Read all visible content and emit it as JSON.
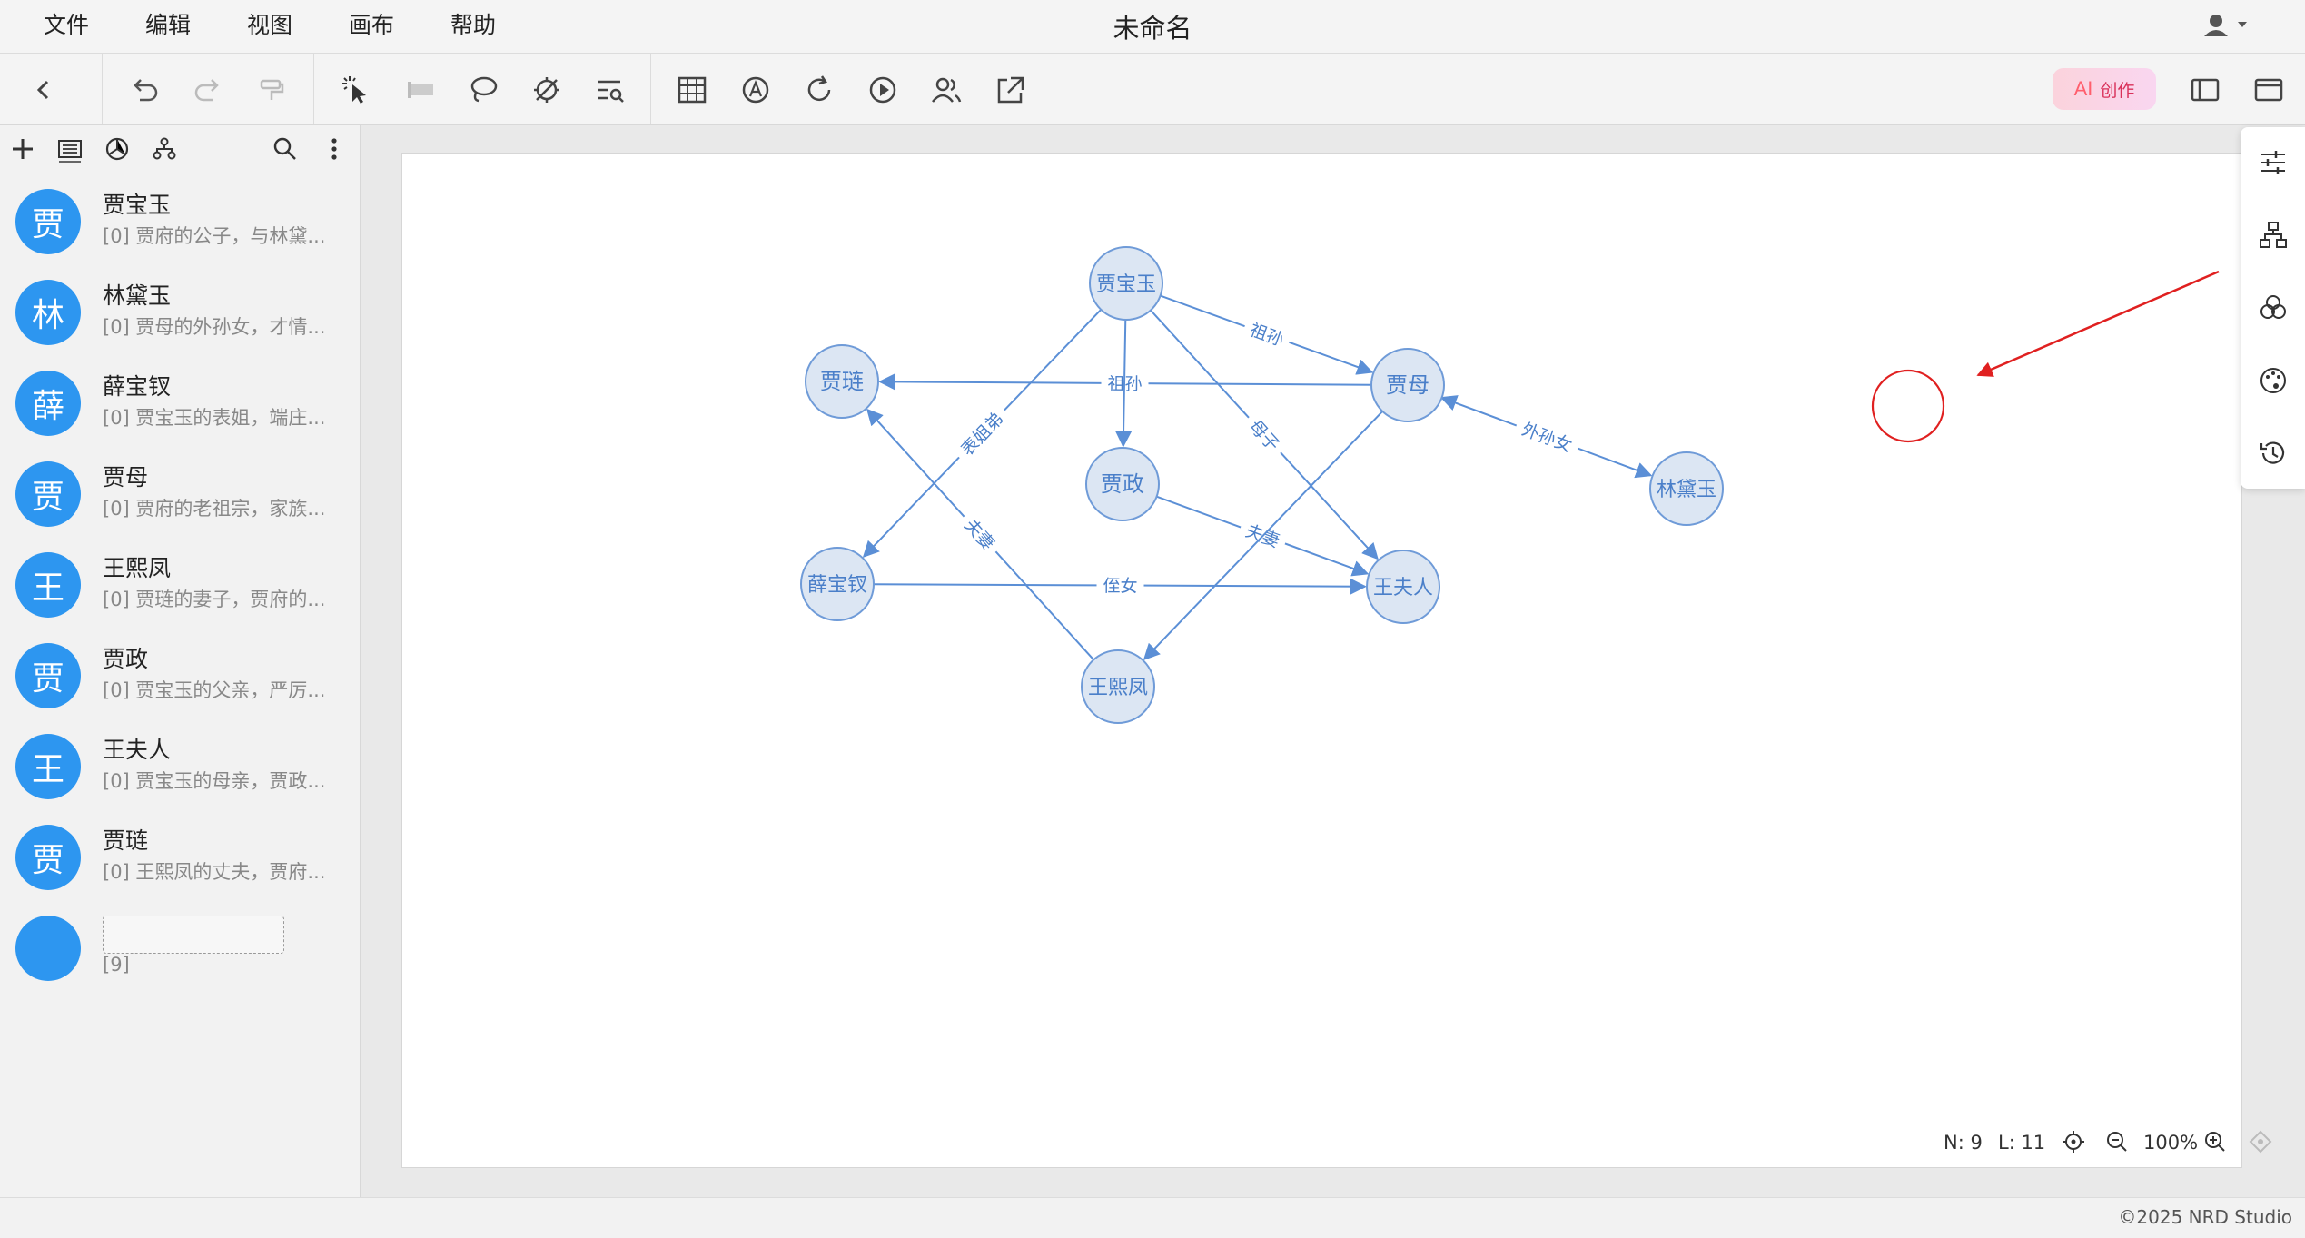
{
  "menu": [
    "文件",
    "编辑",
    "视图",
    "画布",
    "帮助"
  ],
  "title": "未命名",
  "toolbar": {
    "ai_label": "AI",
    "create_label": "创作"
  },
  "list": [
    {
      "avatar": "贾",
      "name": "贾宝玉",
      "desc": "[0] 贾府的公子，与林黛..."
    },
    {
      "avatar": "林",
      "name": "林黛玉",
      "desc": "[0] 贾母的外孙女，才情..."
    },
    {
      "avatar": "薛",
      "name": "薛宝钗",
      "desc": "[0] 贾宝玉的表姐，端庄..."
    },
    {
      "avatar": "贾",
      "name": "贾母",
      "desc": "[0] 贾府的老祖宗，家族..."
    },
    {
      "avatar": "王",
      "name": "王熙凤",
      "desc": "[0] 贾琏的妻子，贾府的..."
    },
    {
      "avatar": "贾",
      "name": "贾政",
      "desc": "[0] 贾宝玉的父亲，严厉..."
    },
    {
      "avatar": "王",
      "name": "王夫人",
      "desc": "[0] 贾宝玉的母亲，贾政..."
    },
    {
      "avatar": "贾",
      "name": "贾琏",
      "desc": "[0] 王熙凤的丈夫，贾府..."
    },
    {
      "avatar": "",
      "name": "",
      "desc": "[9]"
    }
  ],
  "graph": {
    "nodes": [
      "贾宝玉",
      "贾琏",
      "贾母",
      "贾政",
      "林黛玉",
      "薛宝钗",
      "王夫人",
      "王熙凤"
    ],
    "edges": [
      {
        "from": "贾宝玉",
        "to": "贾母",
        "label": "祖孙"
      },
      {
        "from": "贾母",
        "to": "贾琏",
        "label": "祖孙"
      },
      {
        "from": "贾宝玉",
        "to": "薛宝钗",
        "label": "表姐弟"
      },
      {
        "from": "贾宝玉",
        "to": "王夫人",
        "label": "母子"
      },
      {
        "from": "贾宝玉",
        "to": "贾政",
        "label": ""
      },
      {
        "from": "贾母",
        "to": "林黛玉",
        "label": "外孙女"
      },
      {
        "from": "贾政",
        "to": "王夫人",
        "label": "夫妻"
      },
      {
        "from": "贾母",
        "to": "王熙凤",
        "label": ""
      },
      {
        "from": "王熙凤",
        "to": "贾琏",
        "label": "夫妻"
      },
      {
        "from": "薛宝钗",
        "to": "王夫人",
        "label": "侄女"
      }
    ]
  },
  "status": {
    "nodes": "N: 9",
    "links": "L: 11",
    "zoom": "100%"
  },
  "footer": "©2025 NRD Studio",
  "colors": {
    "node_fill": "#dce6f3",
    "node_stroke": "#6f9bd8",
    "edge": "#5b8fd6",
    "text": "#4a7fc9",
    "avatar": "#2d96f0",
    "annotation": "#e02020"
  }
}
